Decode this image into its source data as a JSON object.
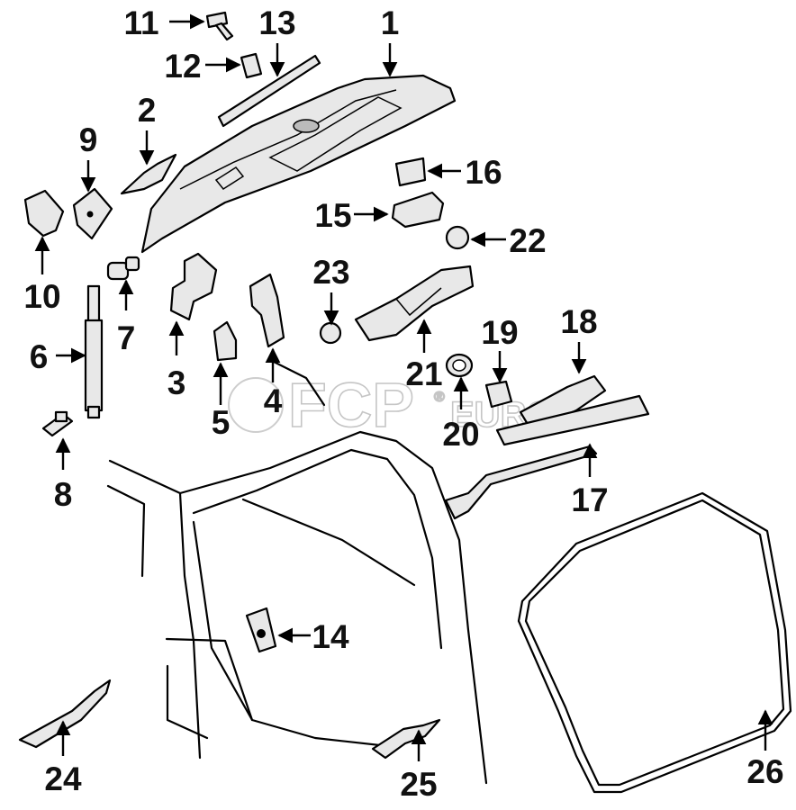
{
  "diagram": {
    "callouts": [
      {
        "id": "c1",
        "label": "1"
      },
      {
        "id": "c2",
        "label": "2"
      },
      {
        "id": "c3",
        "label": "3"
      },
      {
        "id": "c4",
        "label": "4"
      },
      {
        "id": "c5",
        "label": "5"
      },
      {
        "id": "c6",
        "label": "6"
      },
      {
        "id": "c7",
        "label": "7"
      },
      {
        "id": "c8",
        "label": "8"
      },
      {
        "id": "c9",
        "label": "9"
      },
      {
        "id": "c10",
        "label": "10"
      },
      {
        "id": "c11",
        "label": "11"
      },
      {
        "id": "c12",
        "label": "12"
      },
      {
        "id": "c13",
        "label": "13"
      },
      {
        "id": "c14",
        "label": "14"
      },
      {
        "id": "c15",
        "label": "15"
      },
      {
        "id": "c16",
        "label": "16"
      },
      {
        "id": "c17",
        "label": "17"
      },
      {
        "id": "c18",
        "label": "18"
      },
      {
        "id": "c19",
        "label": "19"
      },
      {
        "id": "c20",
        "label": "20"
      },
      {
        "id": "c21",
        "label": "21"
      },
      {
        "id": "c22",
        "label": "22"
      },
      {
        "id": "c23",
        "label": "23"
      },
      {
        "id": "c24",
        "label": "24"
      },
      {
        "id": "c25",
        "label": "25"
      },
      {
        "id": "c26",
        "label": "26"
      }
    ],
    "watermark": {
      "brand": "FCP",
      "suffix": "EURO",
      "registered": "®"
    }
  }
}
